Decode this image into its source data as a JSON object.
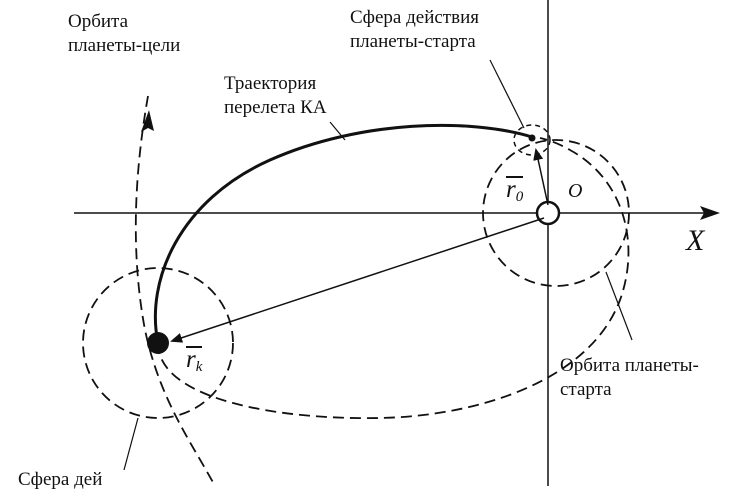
{
  "labels": {
    "target_orbit": [
      "Орбита",
      "планеты-цели"
    ],
    "sphere": [
      "Сфера действия",
      "планеты-старта"
    ],
    "trajectory": [
      "Траектория",
      "перелета КА"
    ],
    "start_orbit": [
      "Орбита планеты-",
      "старта"
    ],
    "bottom_cut": "Сфера дей"
  },
  "axis": {
    "x": "X"
  },
  "origin": "O",
  "vectors": {
    "r0": {
      "base": "r",
      "sub": "0"
    },
    "rk": {
      "base": "r",
      "sub": "k"
    }
  }
}
